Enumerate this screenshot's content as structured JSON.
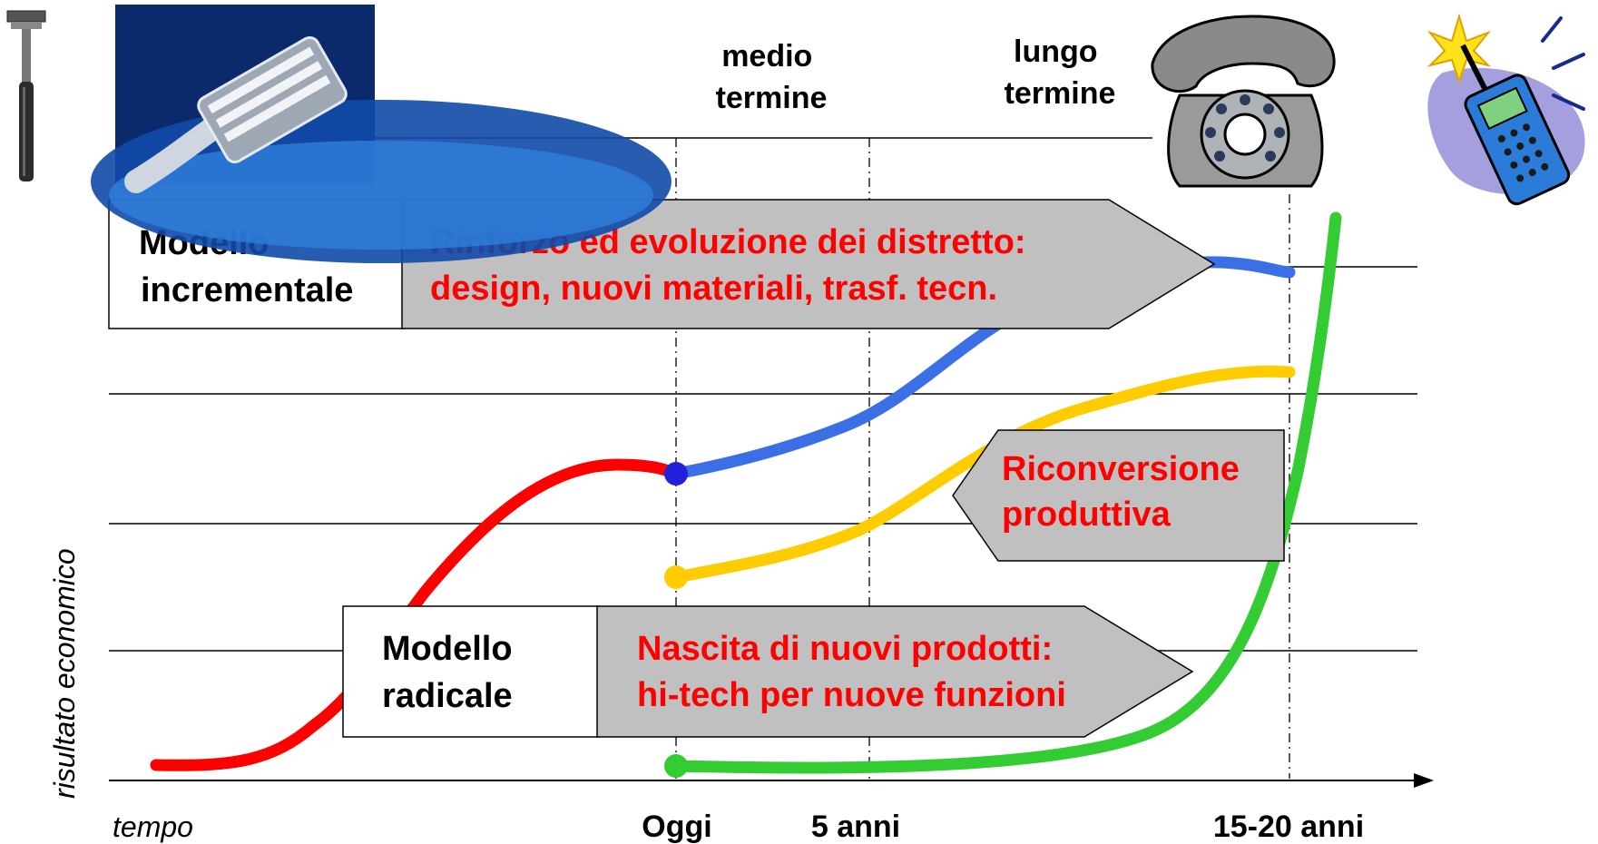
{
  "horizons": {
    "medium": [
      "medio",
      "termine"
    ],
    "long": [
      "lungo",
      "termine"
    ]
  },
  "models": {
    "incremental": {
      "name": [
        "Modello",
        "incrementale"
      ],
      "strategy": [
        "Rinforzo ed evoluzione dei distretto:",
        "design, nuovi materiali, trasf. tecn."
      ]
    },
    "radical": {
      "name": [
        "Modello",
        "radicale"
      ],
      "strategy": [
        "Nascita di nuovi prodotti:",
        "hi-tech per nuove funzioni"
      ]
    },
    "reconversion": [
      "Riconversione",
      "produttiva"
    ]
  },
  "axes": {
    "ylabel": "risultato economico",
    "xlabel": "tempo",
    "ticks": [
      "Oggi",
      "5 anni",
      "15-20 anni"
    ]
  },
  "curves": [
    {
      "id": "red",
      "color": "#ff0000"
    },
    {
      "id": "blue",
      "color": "#3a6fe6"
    },
    {
      "id": "yellow",
      "color": "#ffcc00"
    },
    {
      "id": "green",
      "color": "#33cc33"
    }
  ],
  "icons": [
    "razor-icon",
    "razor-photo",
    "rotary-phone-icon",
    "mobile-phone-icon"
  ]
}
